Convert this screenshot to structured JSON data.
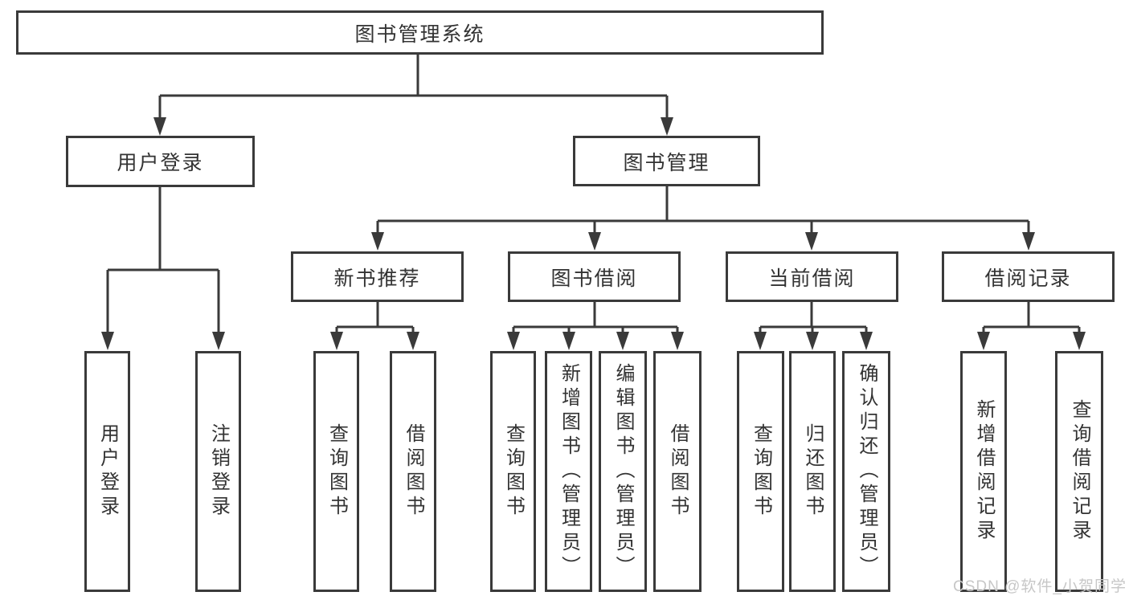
{
  "diagram": {
    "root": {
      "label": "图书管理系统"
    },
    "branches": [
      {
        "label": "用户登录",
        "children": [
          {
            "label": "用户登录"
          },
          {
            "label": "注销登录"
          }
        ]
      },
      {
        "label": "图书管理",
        "children": [
          {
            "label": "新书推荐",
            "children": [
              {
                "label": "查询图书"
              },
              {
                "label": "借阅图书"
              }
            ]
          },
          {
            "label": "图书借阅",
            "children": [
              {
                "label": "查询图书"
              },
              {
                "label": "新增图书（管理员）"
              },
              {
                "label": "编辑图书（管理员）"
              },
              {
                "label": "借阅图书"
              }
            ]
          },
          {
            "label": "当前借阅",
            "children": [
              {
                "label": "查询图书"
              },
              {
                "label": "归还图书"
              },
              {
                "label": "确认归还（管理员）"
              }
            ]
          },
          {
            "label": "借阅记录",
            "children": [
              {
                "label": "新增借阅记录"
              },
              {
                "label": "查询借阅记录"
              }
            ]
          }
        ]
      }
    ],
    "watermark": "CSDN @软件_小贺同学",
    "colors": {
      "line": "#3a3a3a",
      "text": "#333333",
      "background": "#ffffff",
      "watermark": "#c7c7c7"
    }
  }
}
